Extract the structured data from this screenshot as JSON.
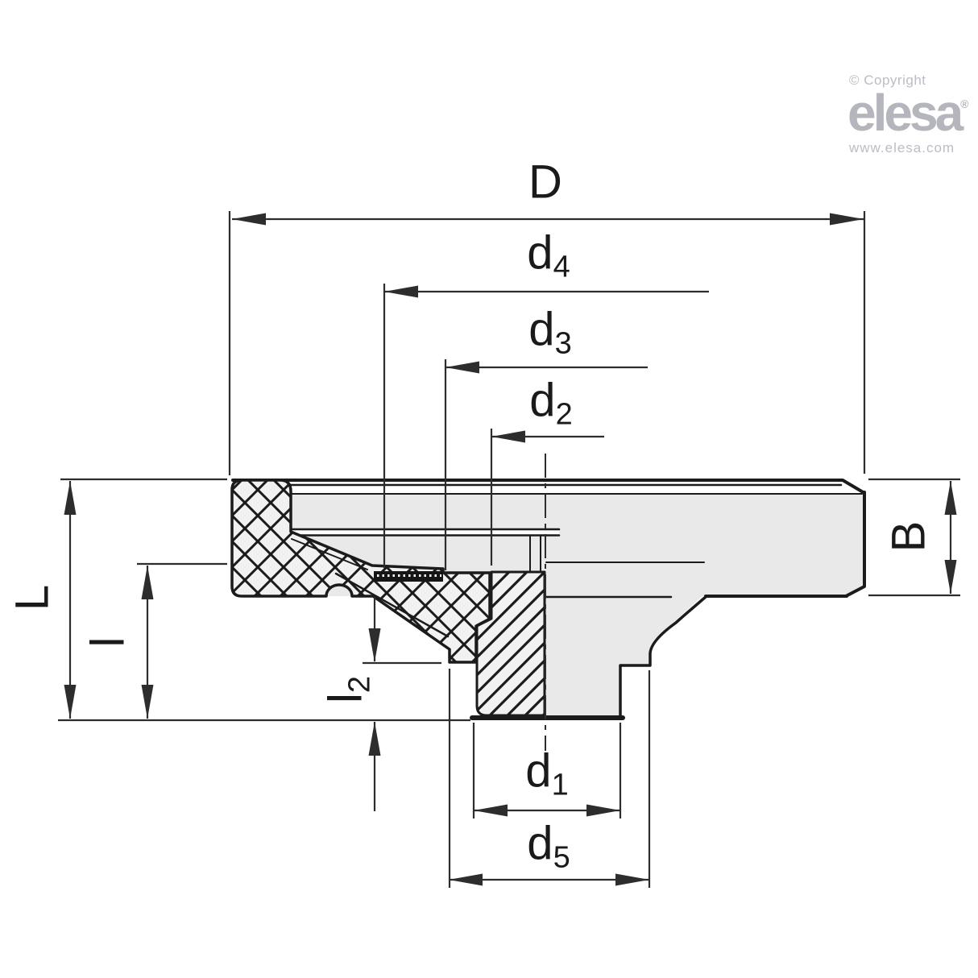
{
  "branding": {
    "copyright": "© Copyright",
    "logo": "elesa",
    "registered": "®",
    "website": "www.elesa.com"
  },
  "labels": {
    "D": {
      "base": "D",
      "sub": ""
    },
    "d4": {
      "base": "d",
      "sub": "4"
    },
    "d3": {
      "base": "d",
      "sub": "3"
    },
    "d2": {
      "base": "d",
      "sub": "2"
    },
    "d1": {
      "base": "d",
      "sub": "1"
    },
    "d5": {
      "base": "d",
      "sub": "5"
    },
    "L": {
      "base": "L",
      "sub": ""
    },
    "l": {
      "base": "l",
      "sub": ""
    },
    "l2": {
      "base": "l",
      "sub": "2"
    },
    "B": {
      "base": "B",
      "sub": ""
    }
  },
  "dimensions_shown": [
    "D",
    "d4",
    "d3",
    "d2",
    "L",
    "l",
    "l2",
    "d1",
    "d5",
    "B"
  ],
  "colors": {
    "outline": "#1b1b1b",
    "dimension_lines": "#2d2d2d",
    "body_gray": "#e9e9e9",
    "hatch_background": "#f1f1f1",
    "knurl_band": "#161616",
    "logo_gray": "#b5b5bd",
    "logo_text_gray": "#bcbcc4",
    "background": "#ffffff"
  }
}
